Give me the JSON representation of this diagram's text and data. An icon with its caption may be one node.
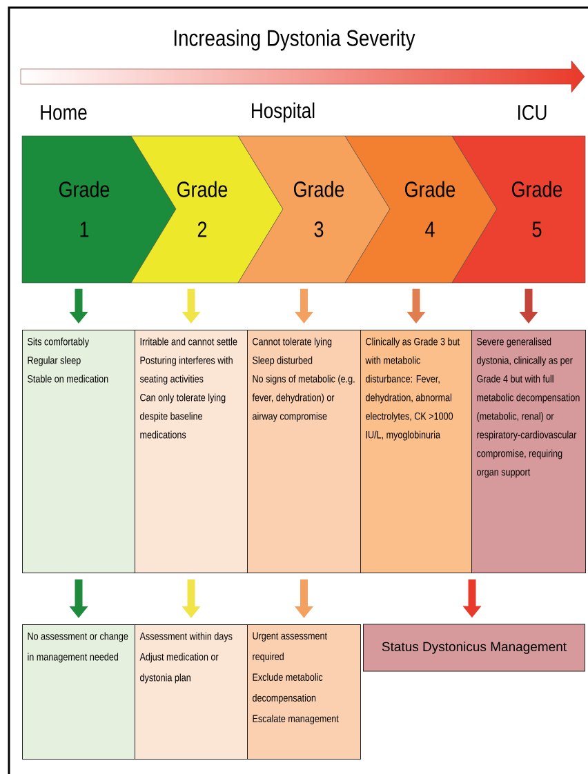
{
  "diagram": {
    "title": "Increasing Dystonia Severity",
    "nodes": [
      {
        "text": [
          "Grade 1"
        ]
      },
      {
        "text": [
          "Grade 2"
        ]
      },
      {
        "text": [
          "Grade 3"
        ]
      },
      {
        "text": [
          "Grade 4"
        ]
      },
      {
        "text": [
          "Grade 5"
        ]
      },
      {
        "text": [
          "Sits comfortably",
          "Regular sleep",
          "Stable on medication"
        ]
      },
      {
        "text": [
          "Irritable and cannot settle",
          "Posturing interferes with seating activities",
          "Can only tolerate lying despite baseline medications"
        ]
      },
      {
        "text": [
          "Cannot tolerate lying",
          "Sleep disturbed",
          "No signs of metabolic (e.g. fever, dehydration) or airway compromise"
        ]
      },
      {
        "text": [
          "Clinically as Grade 3 but with metabolic disturbance: Fever, dehydration, abnormal electrolytes, CK >1000 IU/L, myoglobinuria"
        ]
      },
      {
        "text": [
          "Severe generalised dystonia, clinically as per Grade 4 but with full metabolic decompensation (metabolic, renal) or respiratory-cardiovascular compromise, requiring organ support"
        ]
      },
      {
        "text": [
          "No assessment or change in management needed"
        ]
      },
      {
        "text": [
          "Assessment within days",
          "Adjust medication or dystonia plan"
        ]
      },
      {
        "text": [
          "Urgent assessment required",
          "Exclude metabolic decompensation",
          "Escalate management"
        ]
      },
      {
        "text": [
          "Status Dystonicus Management"
        ]
      }
    ],
    "edges": [
      {
        "from": 0,
        "to": 5,
        "arrow": "to",
        "color": "#1e8a3c"
      },
      {
        "from": 1,
        "to": 6,
        "arrow": "to",
        "color": "#f0e448"
      },
      {
        "from": 2,
        "to": 7,
        "arrow": "to",
        "color": "#f4a060"
      },
      {
        "from": 3,
        "to": 8,
        "arrow": "to",
        "color": "#e07e50"
      },
      {
        "from": 4,
        "to": 9,
        "arrow": "to",
        "color": "#c4443a"
      },
      {
        "from": 5,
        "to": 10,
        "arrow": "to",
        "color": "#1e8a3c"
      },
      {
        "from": 6,
        "to": 11,
        "arrow": "to",
        "color": "#f0e448"
      },
      {
        "from": 7,
        "to": 12,
        "arrow": "to",
        "color": "#f4a060"
      },
      {
        "from": 8,
        "to": 13,
        "arrow": "to",
        "color": "#e83a2a"
      },
      {
        "from": 9,
        "to": 13,
        "arrow": "to",
        "color": "#e83a2a"
      }
    ],
    "labels": [
      "Home",
      "Hospital",
      "ICU"
    ]
  }
}
